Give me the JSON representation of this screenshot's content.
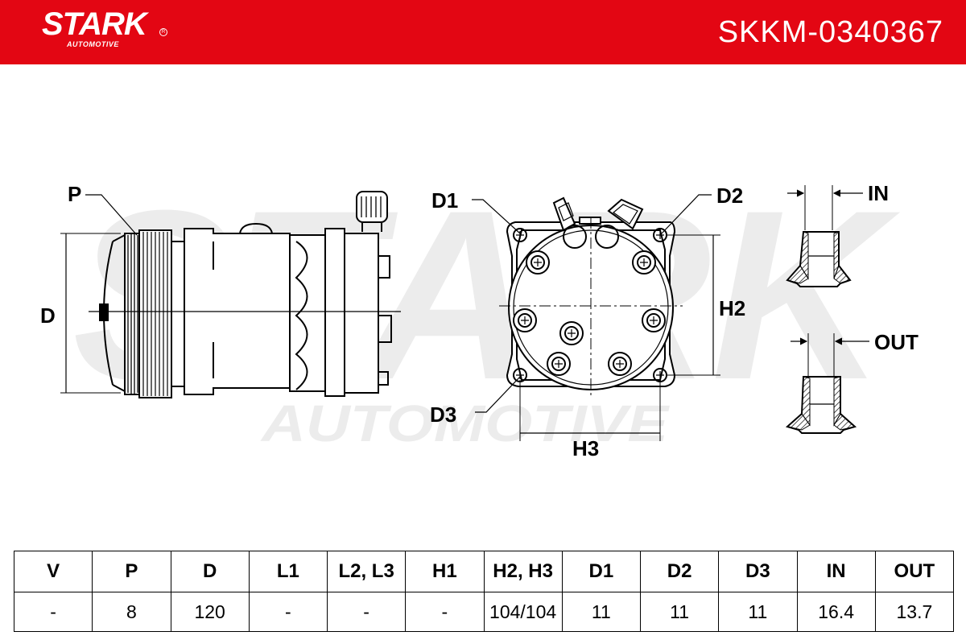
{
  "header": {
    "logo_text": "STARK",
    "logo_subtext": "AUTOMOTIVE",
    "part_number": "SKKM-0340367"
  },
  "watermark": {
    "main": "STARK",
    "sub": "AUTOMOTIVE"
  },
  "labels": {
    "p": "P",
    "d": "D",
    "d1": "D1",
    "d2": "D2",
    "d3": "D3",
    "h2": "H2",
    "h3": "H3",
    "in": "IN",
    "out": "OUT"
  },
  "table": {
    "headers": [
      "V",
      "P",
      "D",
      "L1",
      "L2, L3",
      "H1",
      "H2, H3",
      "D1",
      "D2",
      "D3",
      "IN",
      "OUT"
    ],
    "values": [
      "-",
      "8",
      "120",
      "-",
      "-",
      "-",
      "104/104",
      "11",
      "11",
      "11",
      "16.4",
      "13.7"
    ]
  }
}
